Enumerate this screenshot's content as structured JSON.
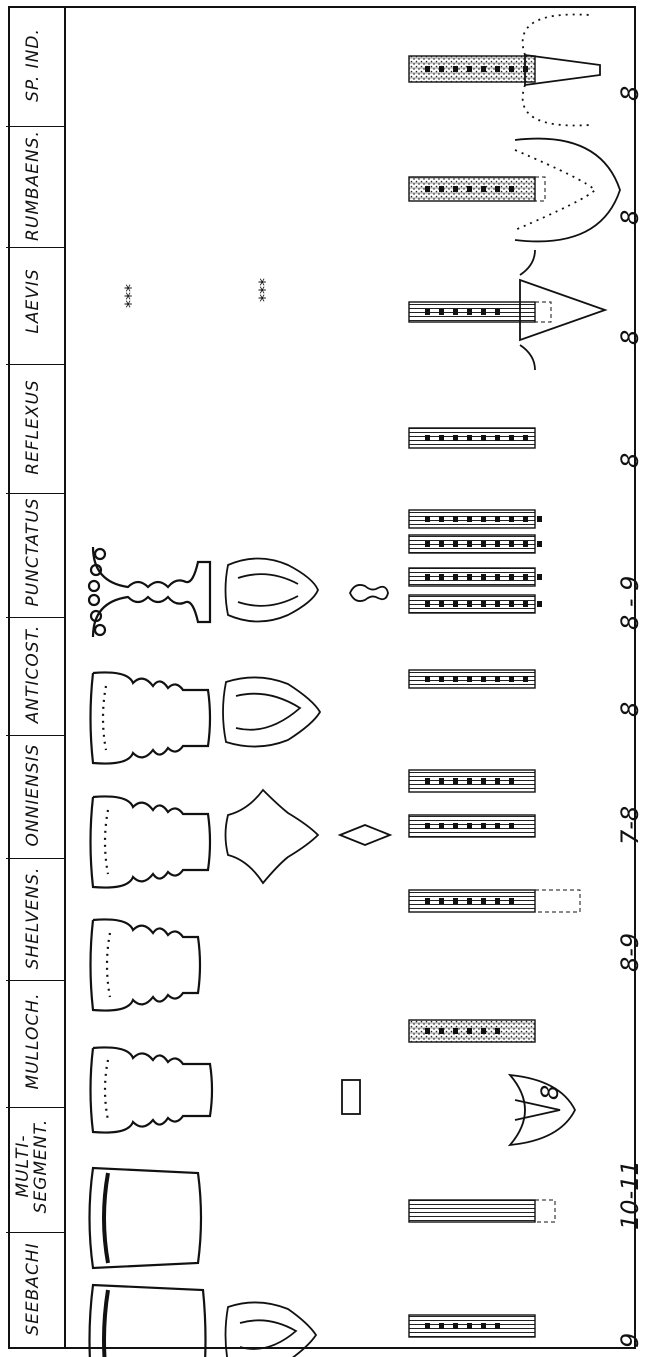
{
  "species": [
    {
      "id": "sp-ind",
      "label": "SP. IND.",
      "number": "8"
    },
    {
      "id": "rumbaens",
      "label": "RUMBAENS.",
      "number": "8"
    },
    {
      "id": "laevis",
      "label": "LAEVIS",
      "number": "8",
      "marks": [
        "***",
        "***"
      ]
    },
    {
      "id": "reflexus",
      "label": "REFLEXUS",
      "number": "8"
    },
    {
      "id": "punctatus",
      "label": "PUNCTATUS",
      "number": "8 - 9"
    },
    {
      "id": "anticost",
      "label": "ANTICOST.",
      "number": "8"
    },
    {
      "id": "onniensis",
      "label": "ONNIENSIS",
      "number": "7-8"
    },
    {
      "id": "shelvens",
      "label": "SHELVENS.",
      "number": "8-9"
    },
    {
      "id": "mulloch",
      "label": "MULLOCH.",
      "number": "8"
    },
    {
      "id": "multisegment",
      "label": "MULTI-\nSEGMENT.",
      "number": "10-11"
    },
    {
      "id": "seebachi",
      "label": "SEEBACHI",
      "number": "9"
    }
  ]
}
